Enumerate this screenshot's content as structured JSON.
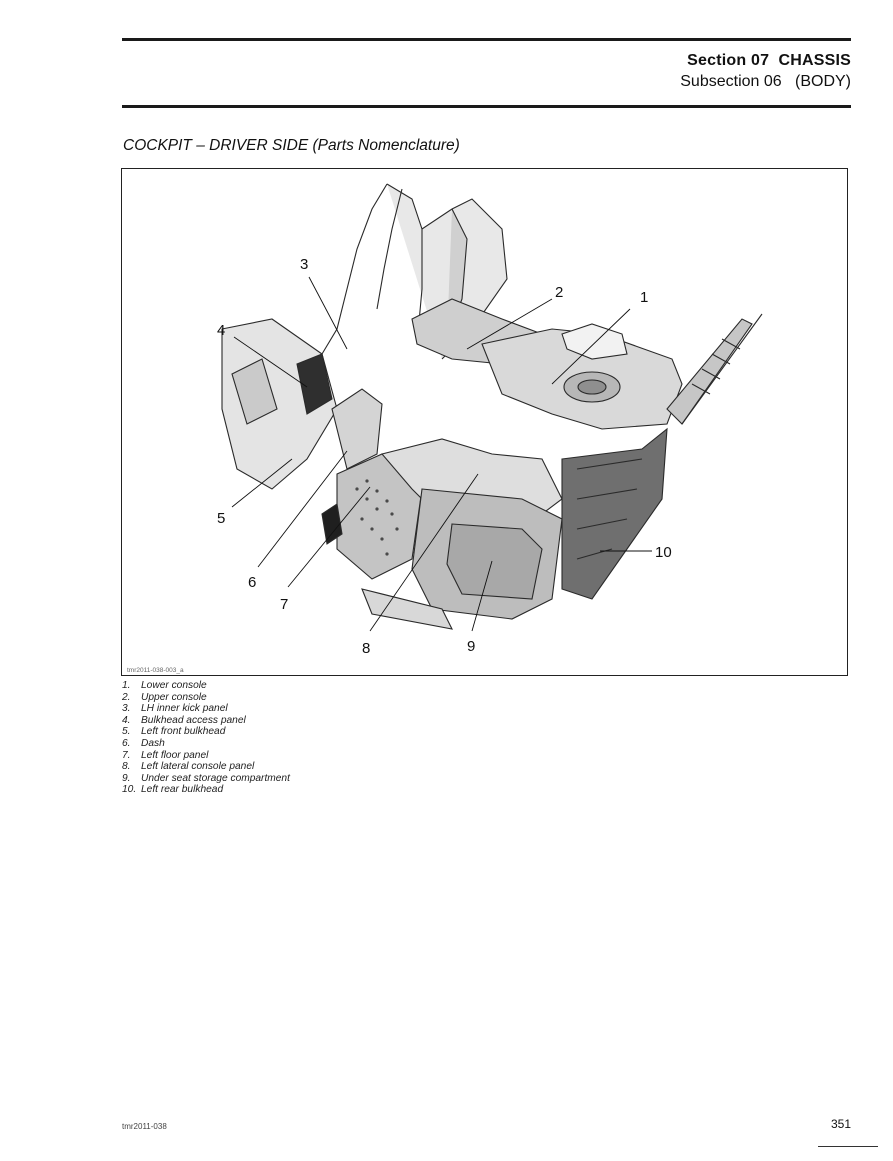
{
  "header": {
    "section": "Section 07",
    "section_name": "CHASSIS",
    "subsection": "Subsection 06",
    "subsection_name": "(BODY)"
  },
  "figure": {
    "heading": "COCKPIT – DRIVER SIDE (Parts Nomenclature)",
    "code": "tmr2011-038-003_a",
    "callouts": [
      "1",
      "2",
      "3",
      "4",
      "5",
      "6",
      "7",
      "8",
      "9",
      "10"
    ]
  },
  "legend": [
    {
      "num": "1.",
      "label": "Lower console"
    },
    {
      "num": "2.",
      "label": "Upper console"
    },
    {
      "num": "3.",
      "label": "LH inner kick panel"
    },
    {
      "num": "4.",
      "label": "Bulkhead access panel"
    },
    {
      "num": "5.",
      "label": "Left front bulkhead"
    },
    {
      "num": "6.",
      "label": "Dash"
    },
    {
      "num": "7.",
      "label": "Left floor panel"
    },
    {
      "num": "8.",
      "label": "Left lateral console panel"
    },
    {
      "num": "9.",
      "label": "Under seat storage compartment"
    },
    {
      "num": "10.",
      "label": "Left rear bulkhead"
    }
  ],
  "footer": {
    "code": "tmr2011-038",
    "page": "351"
  }
}
